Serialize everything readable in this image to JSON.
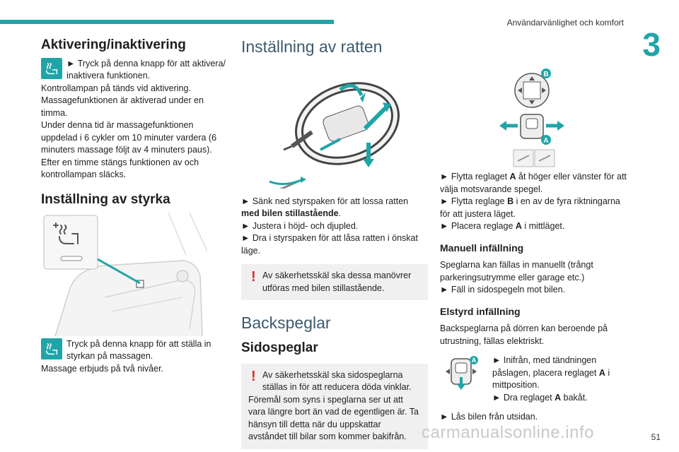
{
  "header": {
    "section_name": "Användarvänlighet och komfort",
    "chapter_number": "3"
  },
  "col1": {
    "activation": {
      "title": "Aktivering/inaktivering",
      "step": "► Tryck på denna knapp för att aktivera/ inaktivera funktionen.",
      "lines": [
        "Kontrollampan på tänds vid aktivering.",
        "Massagefunktionen är aktiverad under en timma.",
        "Under denna tid är massagefunktionen uppdelad i 6 cykler om 10 minuter vardera (6 minuters massage följt av 4 minuters paus).",
        "Efter en timme stängs funktionen av och kontrollampan släcks."
      ]
    },
    "strength": {
      "title": "Inställning av styrka",
      "step": "Tryck på denna knapp för att ställa in styrkan på massagen.",
      "note": "Massage erbjuds på två nivåer."
    }
  },
  "col2": {
    "steering": {
      "title": "Inställning av ratten",
      "step1_pre": "► Sänk ned styrspaken för att lossa ratten ",
      "step1_bold": "med bilen stillastående",
      "step1_post": ".",
      "step2": "► Justera i höjd- och djupled.",
      "step3": "► Dra i styrspaken för att låsa ratten i önskat läge.",
      "warning": "Av säkerhetsskäl ska dessa manövrer utföras med bilen stillastående."
    },
    "mirrors": {
      "title": "Backspeglar",
      "subtitle": "Sidospeglar",
      "warning_lines": [
        "Av säkerhetsskäl ska sidospeglarna ställas in för att reducera döda vinklar.",
        "Föremål som syns i speglarna ser ut att vara längre bort än vad de egentligen är. Ta hänsyn till detta när du uppskattar avståndet till bilar som kommer bakifrån."
      ],
      "warning_mark": "!"
    }
  },
  "col3": {
    "figure_labels": {
      "a": "A",
      "b": "B"
    },
    "steps": [
      {
        "pre": "► Flytta reglaget ",
        "bold": "A",
        "post": " åt höger eller vänster för att välja motsvarande spegel."
      },
      {
        "pre": "► Flytta reglage ",
        "bold": "B",
        "post": " i en av de fyra riktningarna för att justera läget."
      },
      {
        "pre": "► Placera reglage ",
        "bold": "A",
        "post": " i mittläget."
      }
    ],
    "manual": {
      "title": "Manuell infällning",
      "text": "Speglarna kan fällas in manuellt (trångt parkeringsutrymme eller garage etc.)",
      "step": "► Fäll in sidospegeln mot bilen."
    },
    "electric": {
      "title": "Elstyrd infällning",
      "text": "Backspeglarna på dörren kan beroende på utrustning, fällas elektriskt.",
      "step1_pre": "► Inifrån, med tändningen påslagen, placera reglaget ",
      "step1_bold": "A",
      "step1_post": " i mittposition.",
      "step2_pre": "► Dra reglaget ",
      "step2_bold": "A",
      "step2_post": " bakåt.",
      "step3": "► Lås bilen från utsidan."
    }
  },
  "footer": {
    "page_number": "51",
    "watermark": "carmanualsonline.info"
  },
  "colors": {
    "accent": "#1fa5a8",
    "warning": "#e0262b"
  }
}
